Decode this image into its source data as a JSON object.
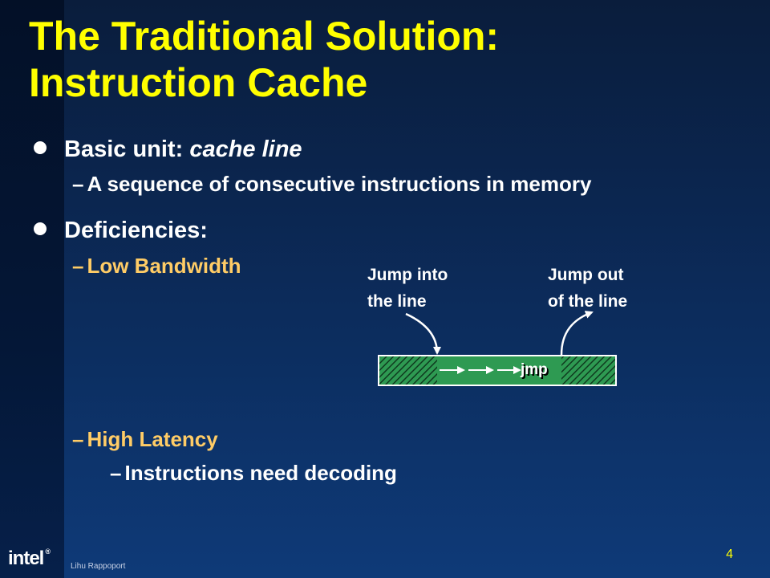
{
  "title_line1": "The Traditional Solution:",
  "title_line2": "Instruction Cache",
  "bullet1": {
    "label": "Basic unit: ",
    "emph": "cache line"
  },
  "sub1": "A sequence of consecutive instructions in memory",
  "bullet2": "Deficiencies:",
  "sub2": "Low Bandwidth",
  "sub3": "High Latency",
  "subsub1": "Instructions need decoding",
  "dash": "–",
  "diagram": {
    "label_in_1": "Jump into",
    "label_in_2": "the line",
    "label_out_1": "Jump out",
    "label_out_2": "of the line",
    "jmp": "jmp"
  },
  "page_number": "4",
  "author": "Lihu Rappoport",
  "logo_text": "intel",
  "colors": {
    "title": "#ffff00",
    "accent": "#ffcc66",
    "cache_green": "#2e9a52"
  }
}
